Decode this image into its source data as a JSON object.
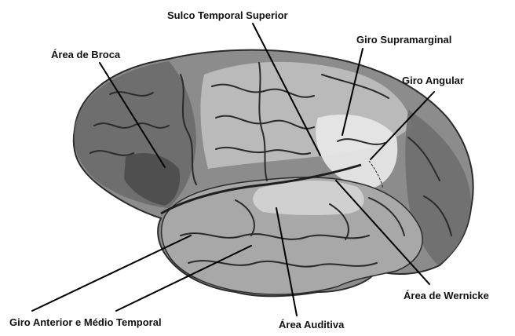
{
  "diagram": {
    "colors": {
      "background": "#ffffff",
      "brain_dark": "#5a5a5a",
      "brain_mid": "#8c8c8c",
      "brain_light": "#c9c9c9",
      "highlight": "#e6e6e6",
      "broca_shade": "#4a4a4a",
      "leader_line": "#000000",
      "label_text": "#111111"
    },
    "labels": {
      "sulco_temporal_superior": "Sulco Temporal Superior",
      "area_de_broca": "Área de Broca",
      "giro_supramarginal": "Giro Supramarginal",
      "giro_angular": "Giro Angular",
      "area_de_wernicke": "Área de Wernicke",
      "giro_anterior_medio_temporal": "Giro Anterior e Médio Temporal",
      "area_auditiva": "Área Auditiva"
    }
  }
}
